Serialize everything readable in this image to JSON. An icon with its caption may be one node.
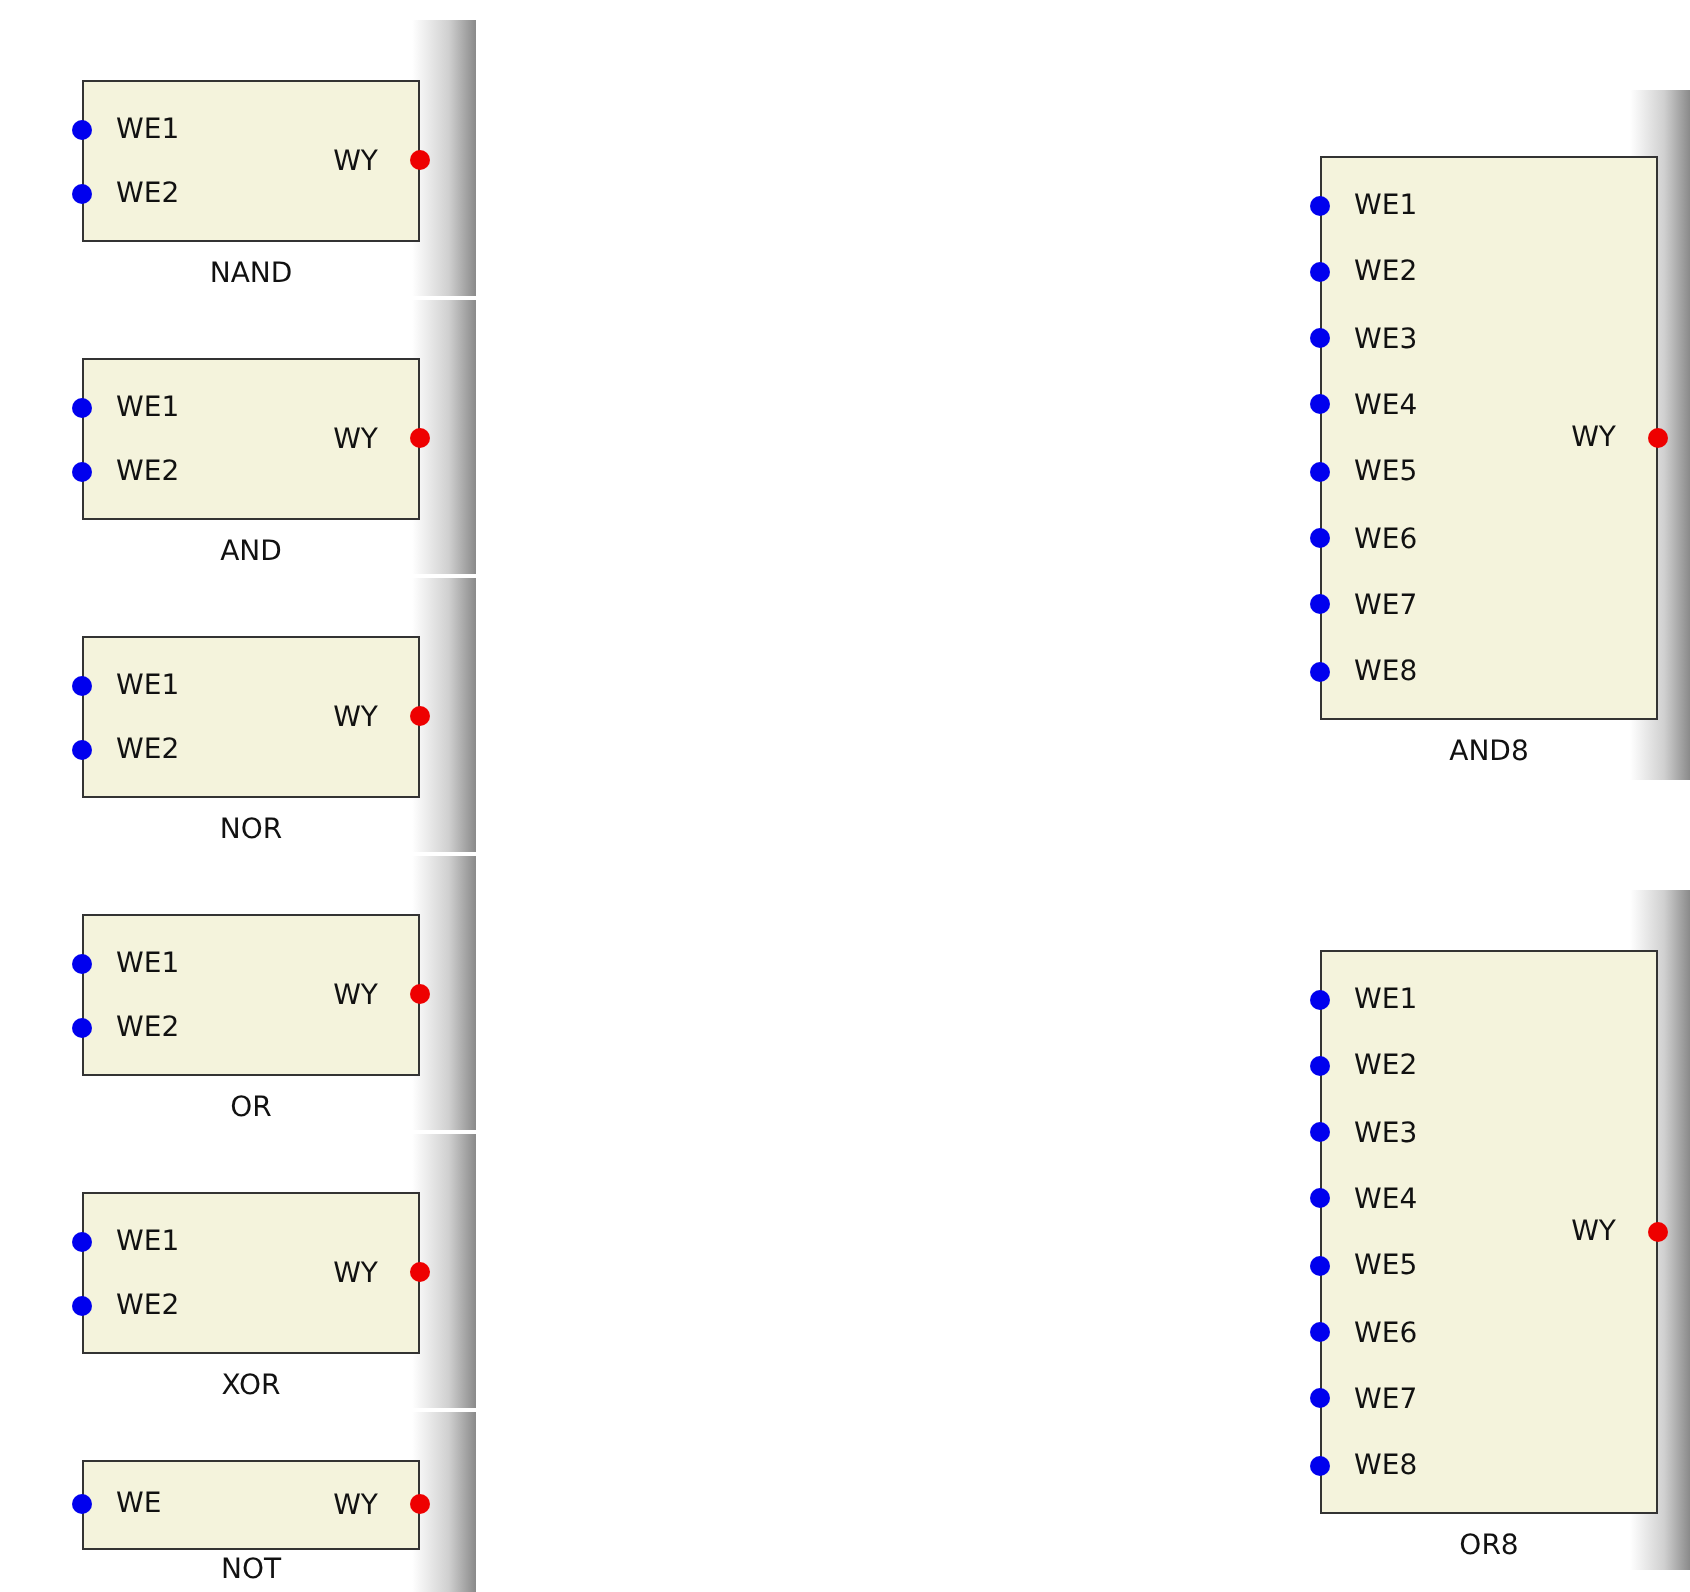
{
  "diagram": {
    "nodes": [
      {
        "text": [
          "WE1",
          "WE2",
          "WY",
          "NAND"
        ]
      },
      {
        "text": [
          "WE1",
          "WE2",
          "WY",
          "AND"
        ]
      },
      {
        "text": [
          "WE1",
          "WE2",
          "WY",
          "NOR"
        ]
      },
      {
        "text": [
          "WE1",
          "WE2",
          "WY",
          "OR"
        ]
      },
      {
        "text": [
          "WE1",
          "WE2",
          "WY",
          "XOR"
        ]
      },
      {
        "text": [
          "WE",
          "WY",
          "NOT"
        ]
      },
      {
        "text": [
          "WE1",
          "WE2",
          "WE3",
          "WE4",
          "WE5",
          "WE6",
          "WE7",
          "WE8",
          "WY",
          "AND8"
        ]
      },
      {
        "text": [
          "WE1",
          "WE2",
          "WE3",
          "WE4",
          "WE5",
          "WE6",
          "WE7",
          "WE8",
          "WY",
          "OR8"
        ]
      }
    ]
  }
}
